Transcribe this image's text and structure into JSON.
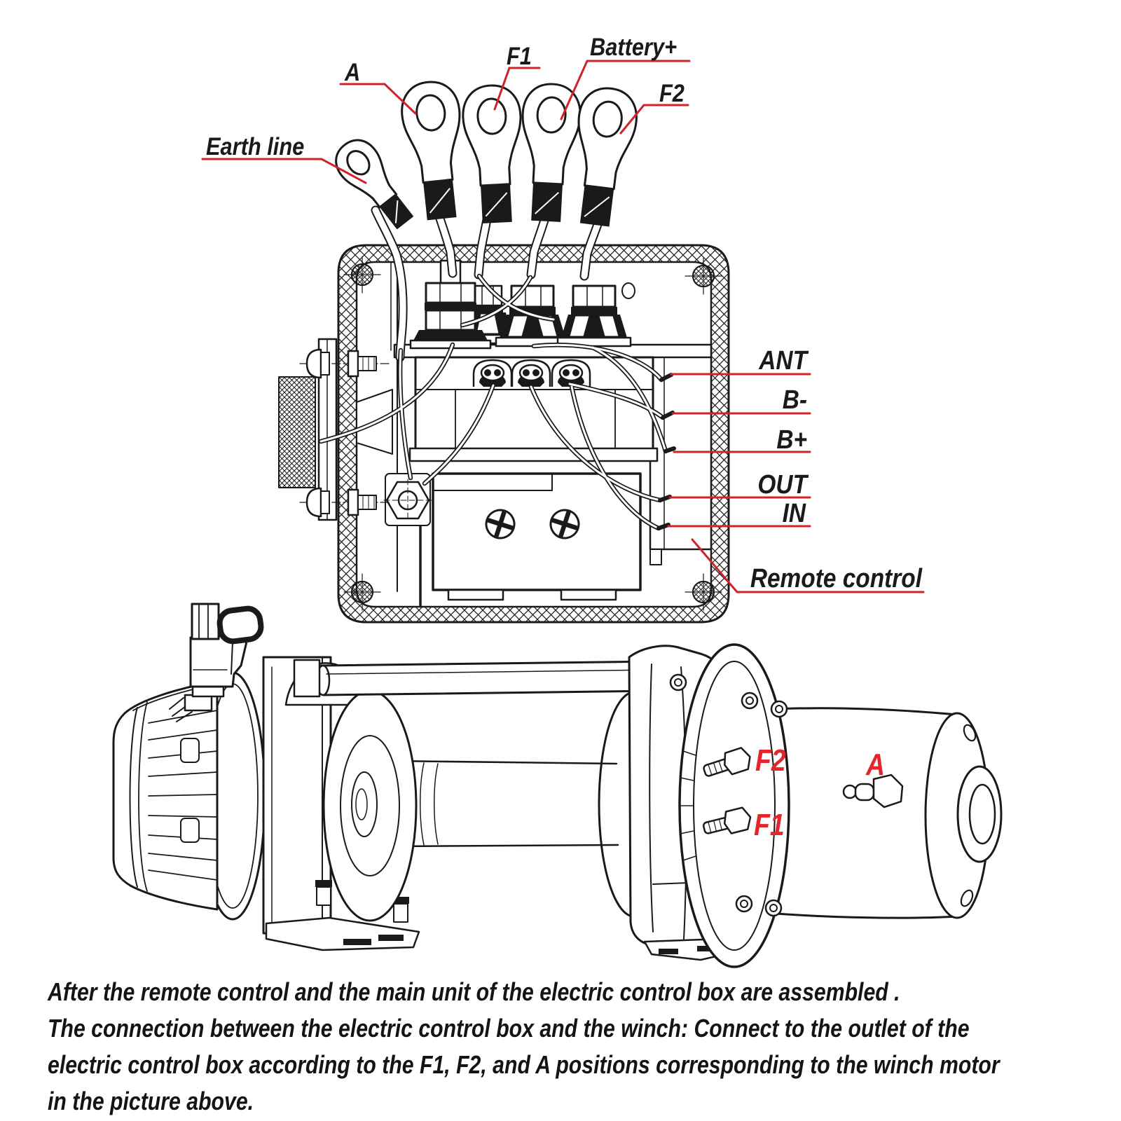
{
  "colors": {
    "line": "#1a1a1a",
    "leader_red": "#cf2329",
    "label_red": "#e2262b",
    "text": "#141414",
    "background": "#ffffff"
  },
  "wiring_labels": {
    "a": "A",
    "f1": "F1",
    "battery_plus": "Battery+",
    "f2": "F2",
    "earth_line": "Earth line"
  },
  "control_box_labels": {
    "ant": "ANT",
    "b_minus": "B-",
    "b_plus": "B+",
    "out": "OUT",
    "in": "IN",
    "remote_control": "Remote control"
  },
  "motor_labels": {
    "f2": "F2",
    "a": "A",
    "f1": "F1"
  },
  "caption": {
    "line1": "After the remote control and the main unit of the electric control box are assembled .",
    "line2": "The connection between the electric control box and the winch: Connect to the outlet of the",
    "line3": "electric control box according to the F1, F2, and A positions corresponding to the winch motor",
    "line4": "in the picture above."
  }
}
